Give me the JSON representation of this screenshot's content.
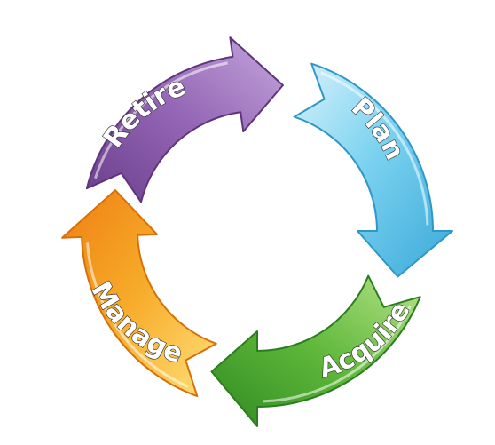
{
  "diagram": {
    "stages": [
      {
        "id": "plan",
        "label": "Plan",
        "color": "#5cc8ec"
      },
      {
        "id": "acquire",
        "label": "Acquire",
        "color": "#5fb83a"
      },
      {
        "id": "manage",
        "label": "Manage",
        "color": "#f5a020"
      },
      {
        "id": "retire",
        "label": "Retire",
        "color": "#8c5aa8"
      }
    ]
  }
}
